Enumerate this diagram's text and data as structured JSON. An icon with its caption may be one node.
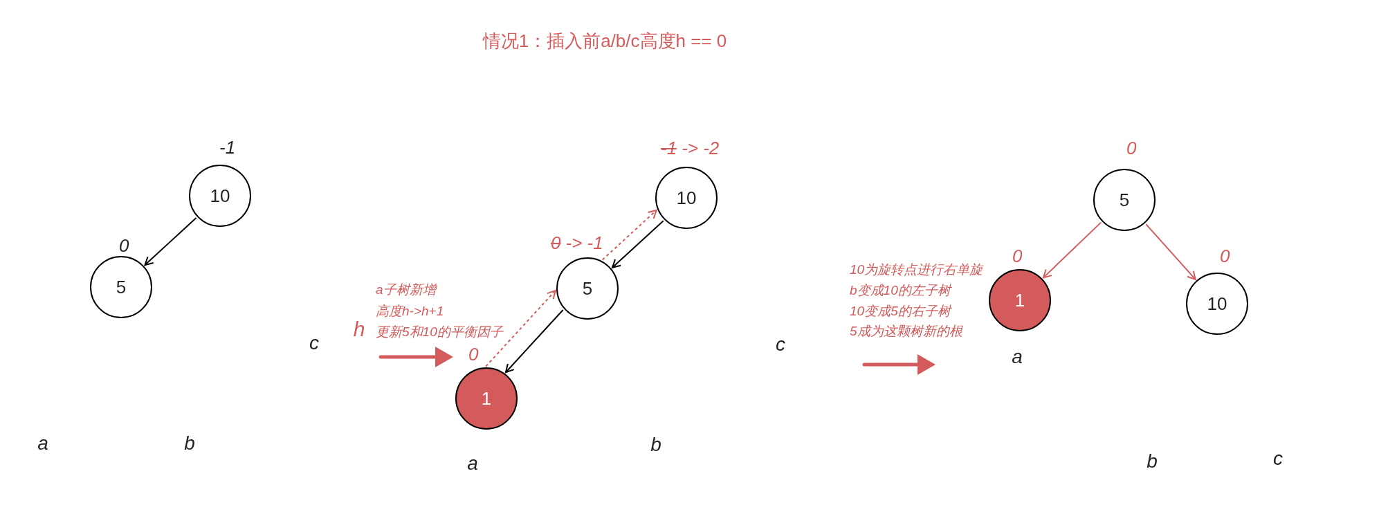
{
  "diagram": {
    "title": "情况1：插入前a/b/c高度h == 0",
    "nodes": [
      {
        "text": [
          "10"
        ],
        "beside": [
          "-1"
        ]
      },
      {
        "text": [
          "5"
        ],
        "beside": [
          "0"
        ]
      },
      {
        "text": [
          "10"
        ],
        "beside": [
          "-1",
          "-> -2"
        ]
      },
      {
        "text": [
          "5"
        ],
        "beside": [
          "0",
          "-> -1"
        ]
      },
      {
        "text": [
          "1"
        ],
        "beside": [
          "0"
        ]
      },
      {
        "text": [
          "5"
        ],
        "beside": [
          "0"
        ]
      },
      {
        "text": [
          "1"
        ],
        "beside": [
          "0"
        ]
      },
      {
        "text": [
          "10"
        ],
        "beside": [
          "0"
        ]
      }
    ],
    "edges": [
      {
        "from": 0,
        "to": 1,
        "arrow": "to",
        "color": "#000000"
      },
      {
        "from": 2,
        "to": 3,
        "arrow": "to",
        "color": "#000000"
      },
      {
        "from": 3,
        "to": 4,
        "arrow": "to",
        "color": "#000000"
      },
      {
        "from": 4,
        "to": 3,
        "arrow": "to",
        "style": "dashed"
      },
      {
        "from": 3,
        "to": 2,
        "arrow": "to",
        "style": "dashed"
      },
      {
        "from": 5,
        "to": 6,
        "arrow": "to"
      },
      {
        "from": 5,
        "to": 7,
        "arrow": "to"
      }
    ],
    "labels": [
      "a",
      "b",
      "c",
      "h",
      "a子树新增",
      "高度h->h+1",
      "更新5和10的平衡因子",
      "a",
      "b",
      "c",
      "10为旋转点进行右单旋",
      "b变成10的左子树",
      "10变成5的右子树",
      "5成为这颗树新的根",
      "a",
      "b",
      "c"
    ]
  }
}
